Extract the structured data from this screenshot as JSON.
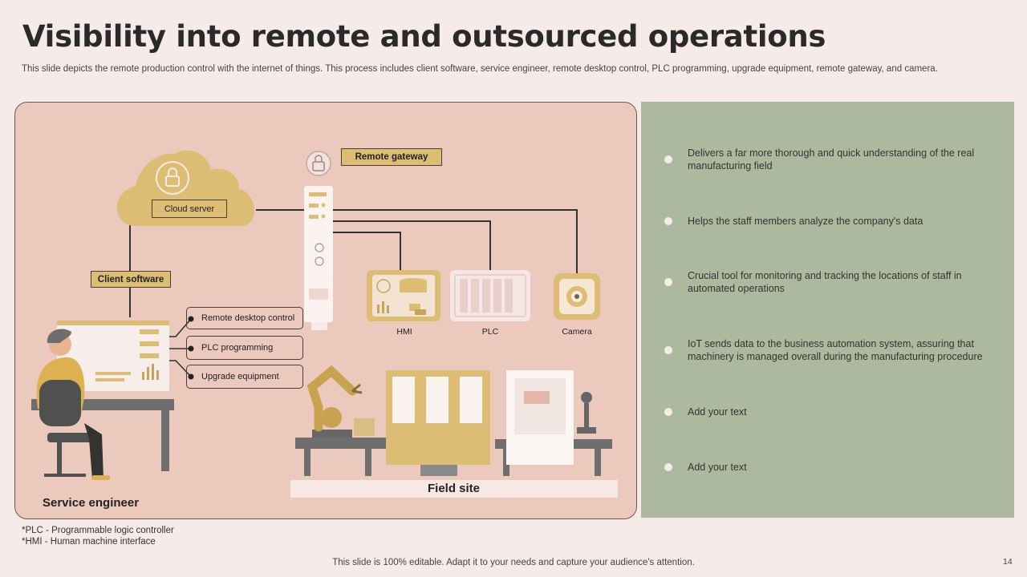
{
  "title": "Visibility into remote and outsourced operations",
  "subtitle": "This slide depicts the remote production control with the internet of things. This process includes client software, service engineer, remote desktop control, PLC programming, upgrade equipment, remote gateway, and camera.",
  "diagram": {
    "cloud_server": "Cloud server",
    "remote_gateway": "Remote gateway",
    "client_software": "Client software",
    "remote_desktop": "Remote desktop control",
    "plc_programming": "PLC  programming",
    "upgrade_equipment": "Upgrade equipment",
    "hmi": "HMI",
    "plc": "PLC",
    "camera": "Camera",
    "field_site": "Field site",
    "service_engineer": "Service engineer"
  },
  "bullets": [
    "Delivers  a far more thorough  and quick understanding  of the real  manufacturing  field",
    "Helps the staff members analyze the company's data",
    "Crucial tool for monitoring  and tracking the locations of staff in automated operations",
    "IoT  sends data to the business automation system, assuring that machinery is managed overall  during the manufacturing  procedure",
    "Add your text",
    "Add your text"
  ],
  "footnotes": {
    "plc": "*PLC - Programmable logic controller",
    "hmi": "*HMI - Human machine interface"
  },
  "footer": "This slide is 100% editable. Adapt it to your needs and capture your audience's attention.",
  "page_number": "14",
  "colors": {
    "background": "#f6ebe8",
    "diagram_bg": "#ecc9bd",
    "gold": "#dcbd73",
    "panel_green": "#adb99e"
  }
}
